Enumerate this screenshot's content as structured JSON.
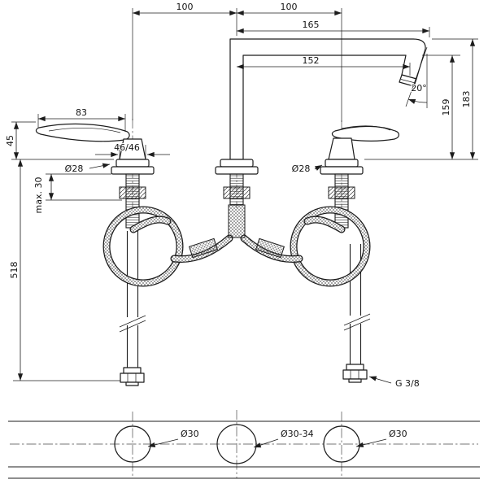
{
  "page": {
    "background": "#ffffff",
    "line_color": "#1c1c1c"
  },
  "dims": {
    "spacing_left": "100",
    "spacing_right": "100",
    "spout_reach": "165",
    "aerator_reach": "152",
    "spray_angle": "20°",
    "height_to_underside": "159",
    "height_total": "183",
    "handle_length": "83",
    "handle_height": "45",
    "handle_width": "46/46",
    "escutcheon_left": "Ø28",
    "escutcheon_right": "Ø28",
    "max_counter_thickness": "max. 30",
    "supply_length": "518",
    "connection_thread": "G 3/8",
    "hole_left": "Ø30",
    "hole_center": "Ø30-34",
    "hole_right": "Ø30"
  }
}
